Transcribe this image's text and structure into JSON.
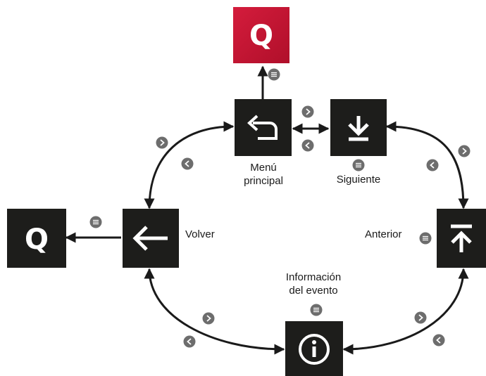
{
  "colors": {
    "tile": "#1d1d1b",
    "tile_accent": "#c8102e",
    "badge": "#6d6d6d",
    "arrow": "#1a1a1a",
    "caption": "#1a1a1a"
  },
  "nodes": {
    "search_top": {
      "icon": "q-letter-icon",
      "glyph": "Q"
    },
    "main_menu": {
      "icon": "return-arrow-icon",
      "label_line1": "Menú",
      "label_line2": "principal"
    },
    "next": {
      "icon": "download-arrow-icon",
      "label": "Siguiente"
    },
    "back": {
      "icon": "left-arrow-icon",
      "label": "Volver"
    },
    "search_left": {
      "icon": "q-letter-icon",
      "glyph": "Q"
    },
    "previous": {
      "icon": "upload-arrow-icon",
      "label": "Anterior"
    },
    "event_info": {
      "icon": "info-circle-icon",
      "label_line1": "Información",
      "label_line2": "del evento"
    }
  },
  "badges": {
    "next_symbol": ">",
    "prev_symbol": "<",
    "menu_icon": "menu-lines-icon"
  }
}
